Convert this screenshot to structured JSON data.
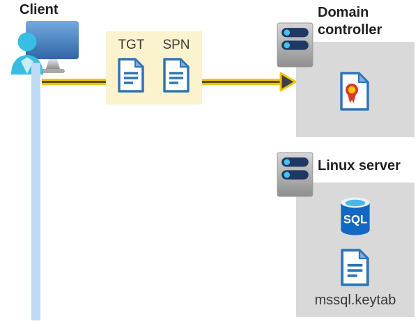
{
  "labels": {
    "client": "Client",
    "tgt": "TGT",
    "spn": "SPN",
    "domain_controller": "Domain controller",
    "linux_server": "Linux server",
    "sql": "SQL",
    "keytab_file": "mssql.keytab"
  },
  "icons": {
    "client": "user-workstation-icon",
    "tgt": "document-icon",
    "spn": "document-icon",
    "domain_controller": "rack-server-icon",
    "certificate": "certificate-icon",
    "linux_server": "rack-server-icon",
    "sql": "sql-database-cylinder-icon",
    "keytab": "document-icon",
    "flow": "yellow-right-arrow"
  },
  "colors": {
    "ticket_box_bg": "#FAF3CE",
    "panel_bg": "#D9D9D9",
    "arrow_yellow": "#F2C500",
    "arrow_core_dark": "#55511B",
    "arrowhead_dark": "#3F4045",
    "document_blue": "#2E75B6",
    "document_fold_blue": "#7FAFDC",
    "person_cyan": "#38BEE2",
    "monitor_blue_top": "#74AADF",
    "monitor_blue_bottom": "#2F66A5",
    "server_bar_navy": "#1F3864",
    "server_dot_cyan": "#45C2EC",
    "sql_body_blue": "#1268C2",
    "sql_rim_cyan": "#45BBE3",
    "certificate_red": "#D43B2B",
    "certificate_gold": "#FFC400",
    "client_line_blue": "#BFDAF4",
    "heading_text": "#1F1F1F",
    "secondary_text": "#3A3A3A"
  }
}
